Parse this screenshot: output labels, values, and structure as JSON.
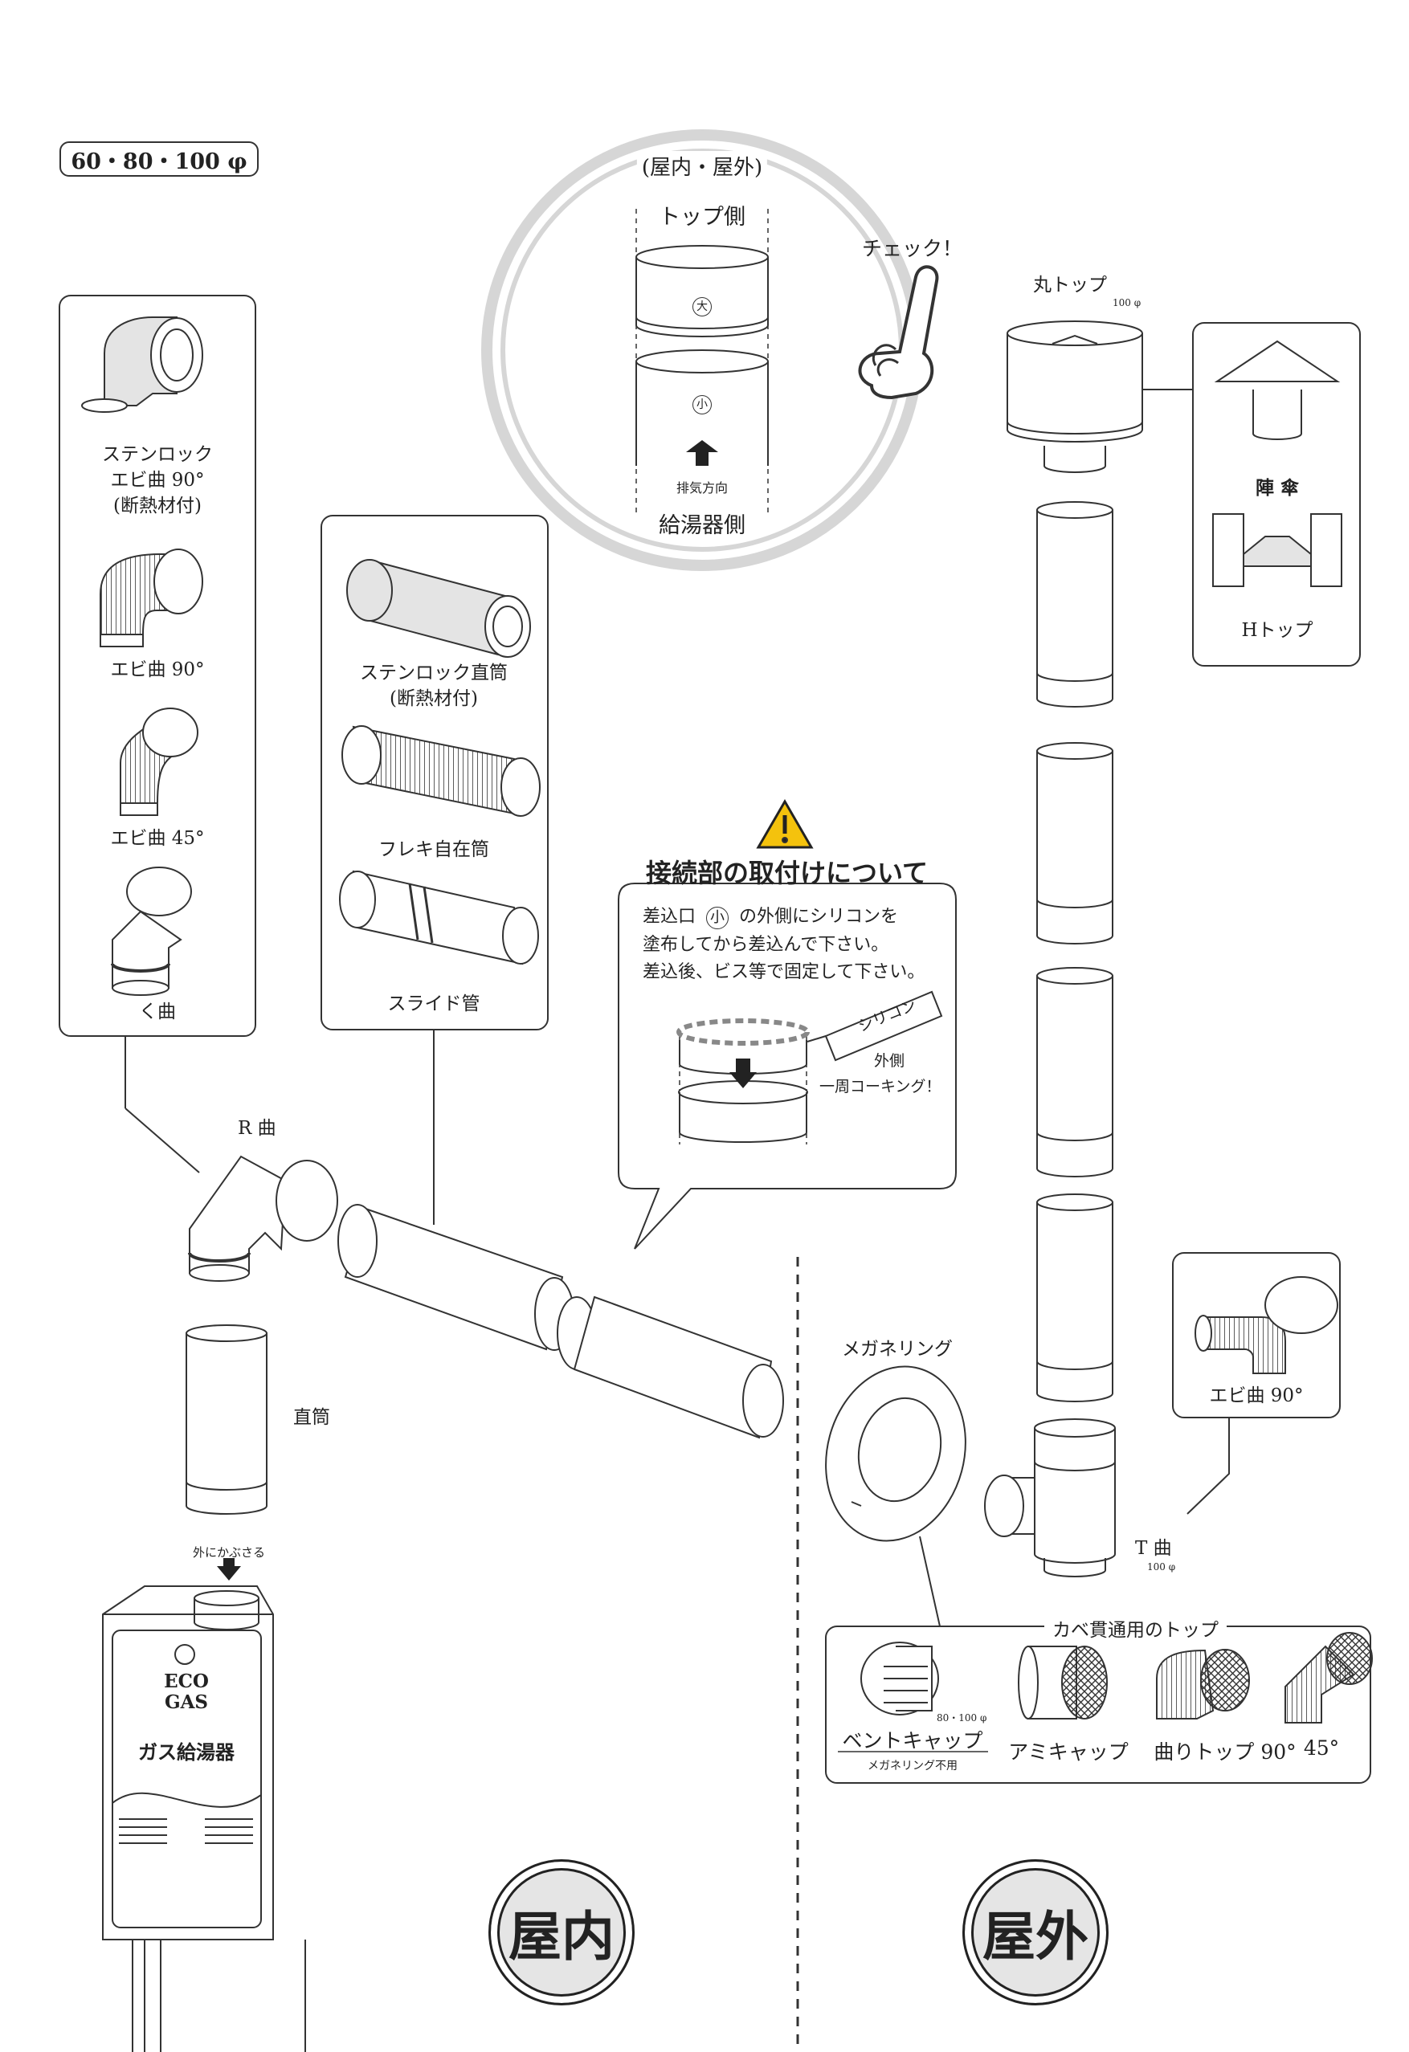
{
  "sizes": "60・80・100 φ",
  "check_circle": {
    "title": "(屋内・屋外)",
    "top_side": "トップ側",
    "heater_side": "給湯器側",
    "exhaust_direction": "排気方向",
    "check": "チェック！",
    "large": "大",
    "small": "小"
  },
  "left_panel": {
    "items": [
      {
        "label1": "ステンロック",
        "label2": "エビ曲 90°",
        "label3": "(断熱材付)"
      },
      {
        "label1": "エビ曲 90°"
      },
      {
        "label1": "エビ曲 45°"
      },
      {
        "label1": "く曲"
      }
    ]
  },
  "middle_panel": {
    "items": [
      {
        "label1": "ステンロック直筒",
        "label2": "(断熱材付)"
      },
      {
        "label1": "フレキ自在筒"
      },
      {
        "label1": "スライド管"
      }
    ]
  },
  "caution": {
    "title": "接続部の取付けについて",
    "line1a": "差込口",
    "line1b": "の外側にシリコンを",
    "line2": "塗布してから差込んで下さい。",
    "line3": "差込後、ビス等で固定して下さい。",
    "silicon": "シリコン",
    "outer": "外側",
    "caulking": "一周コーキング！"
  },
  "indoor": {
    "r_bend": "R 曲",
    "straight": "直筒",
    "cover": "外にかぶさる",
    "heater_brand1": "ECO",
    "heater_brand2": "GAS",
    "heater_name": "ガス給湯器",
    "badge": "屋内"
  },
  "outdoor": {
    "round_top": "丸トップ",
    "round_top_size": "100 φ",
    "jingasa": "陣 傘",
    "h_top": "Hトップ",
    "elbow": "エビ曲 90°",
    "t_bend": "T 曲",
    "t_bend_size": "100 φ",
    "megane": "メガネリング",
    "wall_title": "カベ貫通用のトップ",
    "vent_cap": "ベントキャップ",
    "vent_cap_size": "80・100 φ",
    "vent_cap_note": "メガネリング不用",
    "ami_cap": "アミキャップ",
    "bend_top": "曲りトップ 90°",
    "bend_top_45": "45°",
    "badge": "屋外"
  }
}
